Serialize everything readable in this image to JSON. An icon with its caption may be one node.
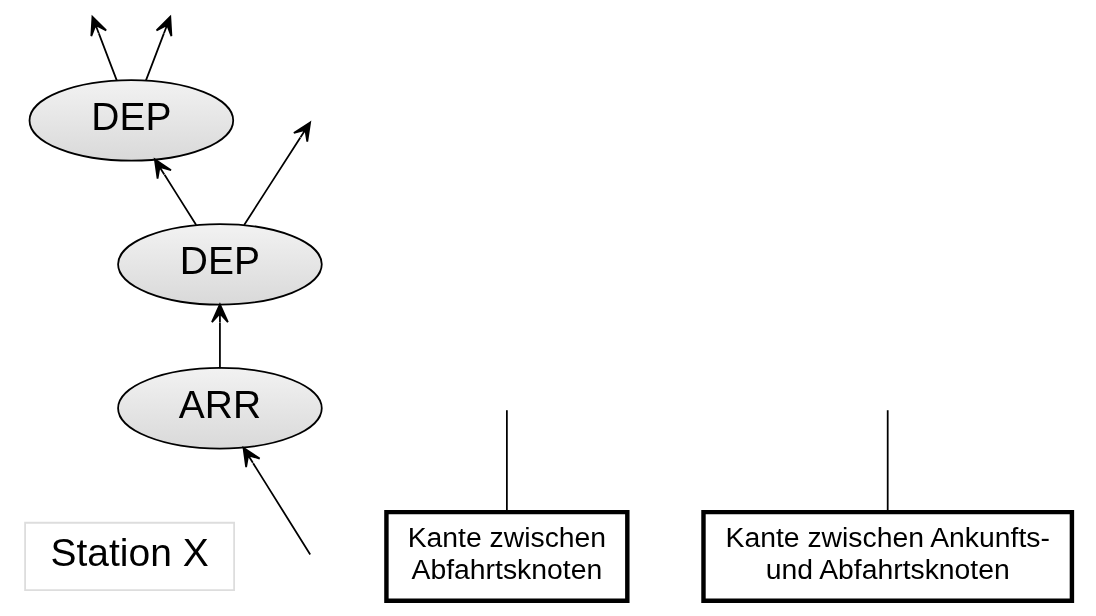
{
  "diagram": {
    "nodes": [
      {
        "text": [
          "DEP"
        ]
      },
      {
        "text": [
          "DEP"
        ]
      },
      {
        "text": [
          "ARR"
        ]
      },
      {
        "text": [
          "Kante zwischen Abfahrtsknoten"
        ]
      },
      {
        "text": [
          "Kante zwischen Ankunfts- und Abfahrtsknoten"
        ]
      },
      {
        "text": [
          "Station X"
        ]
      }
    ],
    "edges": [
      {
        "from": 0,
        "to": null,
        "arrow": "to"
      },
      {
        "from": 0,
        "to": null,
        "arrow": "to"
      },
      {
        "from": 1,
        "to": 0,
        "arrow": "to"
      },
      {
        "from": 1,
        "to": null,
        "arrow": "to"
      },
      {
        "from": 2,
        "to": 1,
        "arrow": "to"
      },
      {
        "from": null,
        "to": 2,
        "arrow": "to"
      },
      {
        "from": 3,
        "to": null,
        "arrow": "none"
      },
      {
        "from": 4,
        "to": null,
        "arrow": "none"
      }
    ]
  }
}
